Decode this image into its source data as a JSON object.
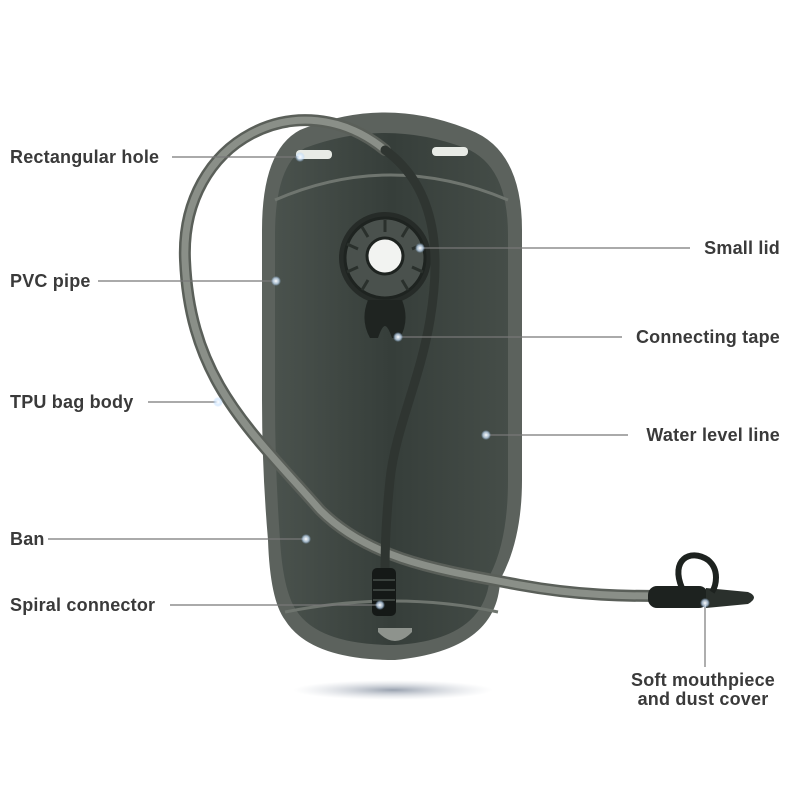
{
  "labels": {
    "rectangular_hole": "Rectangular hole",
    "pvc_pipe": "PVC pipe",
    "tpu_bag_body": "TPU bag body",
    "ban": "Ban",
    "spiral_connector": "Spiral connector",
    "small_lid": "Small lid",
    "connecting_tape": "Connecting tape",
    "water_level_line": "Water level line",
    "mouthpiece_line1": "Soft mouthpiece",
    "mouthpiece_line2": "and dust cover"
  },
  "colors": {
    "bag_body": "#3b4440",
    "bag_rim": "#5c625d",
    "tube": "#7b8079",
    "tube_dark": "#3a403c",
    "leader_line": "#777777",
    "label_text": "#3a3a3a"
  }
}
